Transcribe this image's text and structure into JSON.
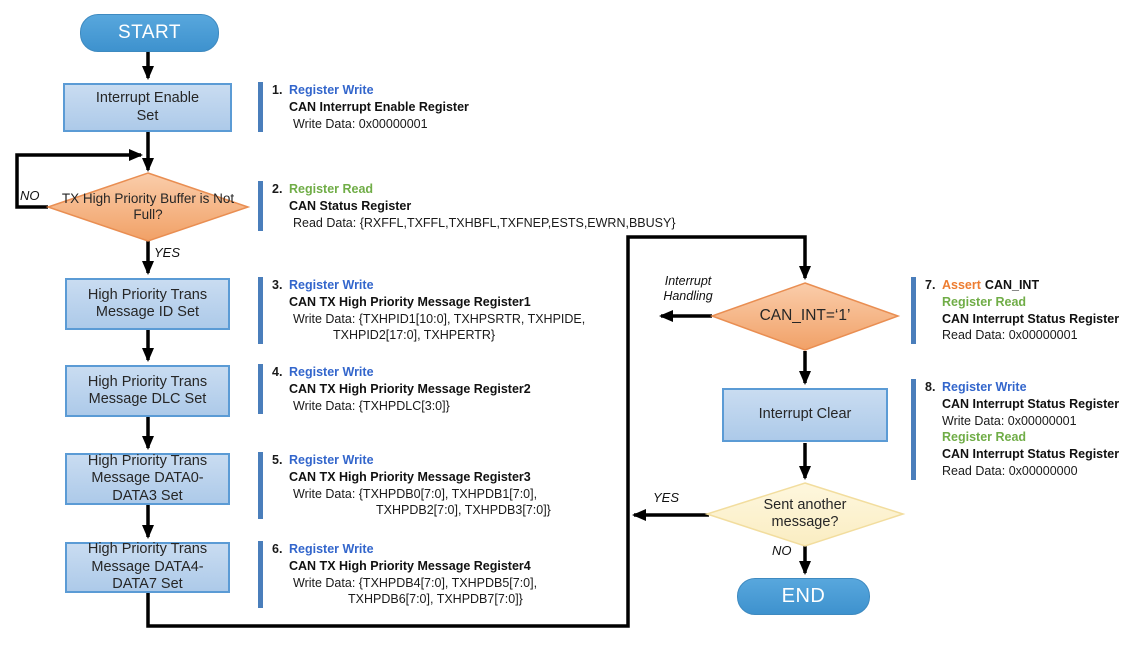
{
  "nodes": {
    "start": "START",
    "interrupt_enable": "Interrupt Enable Set",
    "tx_buffer_check": "TX High Priority Buffer is Not Full?",
    "id_set": "High Priority Trans Message ID Set",
    "dlc_set": "High Priority Trans Message DLC Set",
    "data03_set": "High Priority Trans Message DATA0-DATA3 Set",
    "data47_set": "High Priority Trans Message DATA4-DATA7 Set",
    "can_int_check": "CAN_INT=‘1’",
    "interrupt_clear": "Interrupt Clear",
    "sent_another": "Sent another message?",
    "end": "END"
  },
  "labels": {
    "no": "NO",
    "yes": "YES",
    "yes_repeat": "YES",
    "no_end": "NO",
    "interrupt_handling": "Interrupt Handling"
  },
  "annotations": {
    "a1": {
      "num": "1.",
      "action": "Register Write",
      "register": "CAN Interrupt Enable Register",
      "data1": "Write Data: 0x00000001"
    },
    "a2": {
      "num": "2.",
      "action": "Register Read",
      "register": "CAN Status Register",
      "data1": "Read Data: {RXFFL,TXFFL,TXHBFL,TXFNEP,ESTS,EWRN,BBUSY}"
    },
    "a3": {
      "num": "3.",
      "action": "Register Write",
      "register": "CAN TX High Priority Message Register1",
      "data1": "Write Data: {TXHPID1[10:0], TXHPSRTR, TXHPIDE,",
      "data2": "TXHPID2[17:0], TXHPERTR}"
    },
    "a4": {
      "num": "4.",
      "action": "Register Write",
      "register": "CAN TX High Priority Message Register2",
      "data1": "Write Data: {TXHPDLC[3:0]}"
    },
    "a5": {
      "num": "5.",
      "action": "Register Write",
      "register": "CAN TX High Priority Message Register3",
      "data1": "Write Data: {TXHPDB0[7:0], TXHPDB1[7:0],",
      "data2": "TXHPDB2[7:0], TXHPDB3[7:0]}"
    },
    "a6": {
      "num": "6.",
      "action": "Register Write",
      "register": "CAN TX High Priority Message Register4",
      "data1": "Write Data: {TXHPDB4[7:0], TXHPDB5[7:0],",
      "data2": "TXHPDB6[7:0], TXHPDB7[7:0]}"
    },
    "a7": {
      "num": "7.",
      "assert_label": "Assert",
      "assert_target": "CAN_INT",
      "action": "Register Read",
      "register": "CAN Interrupt Status Register",
      "data1": "Read Data: 0x00000001"
    },
    "a8": {
      "num": "8.",
      "action": "Register Write",
      "register": "CAN Interrupt Status Register",
      "data1": "Write Data: 0x00000001",
      "action2": "Register Read",
      "register2": "CAN Interrupt Status Register",
      "data2": "Read Data: 0x00000000"
    }
  },
  "colors": {
    "terminal_fill": "#4798D4",
    "terminal_border": "#3E8AC0",
    "process_fill": "#BBD2EC",
    "process_border": "#5B9BD5",
    "decision_orange_fill": "#F5B588",
    "decision_orange_border": "#E98E52",
    "decision_yellow_fill": "#FDF3D3",
    "decision_yellow_border": "#F2DD9E",
    "annotation_bar": "#4A7EBB",
    "register_write_blue": "#3366CC",
    "register_read_green": "#70AD47",
    "assert_orange": "#ED7D31",
    "connector_black": "#000000"
  }
}
